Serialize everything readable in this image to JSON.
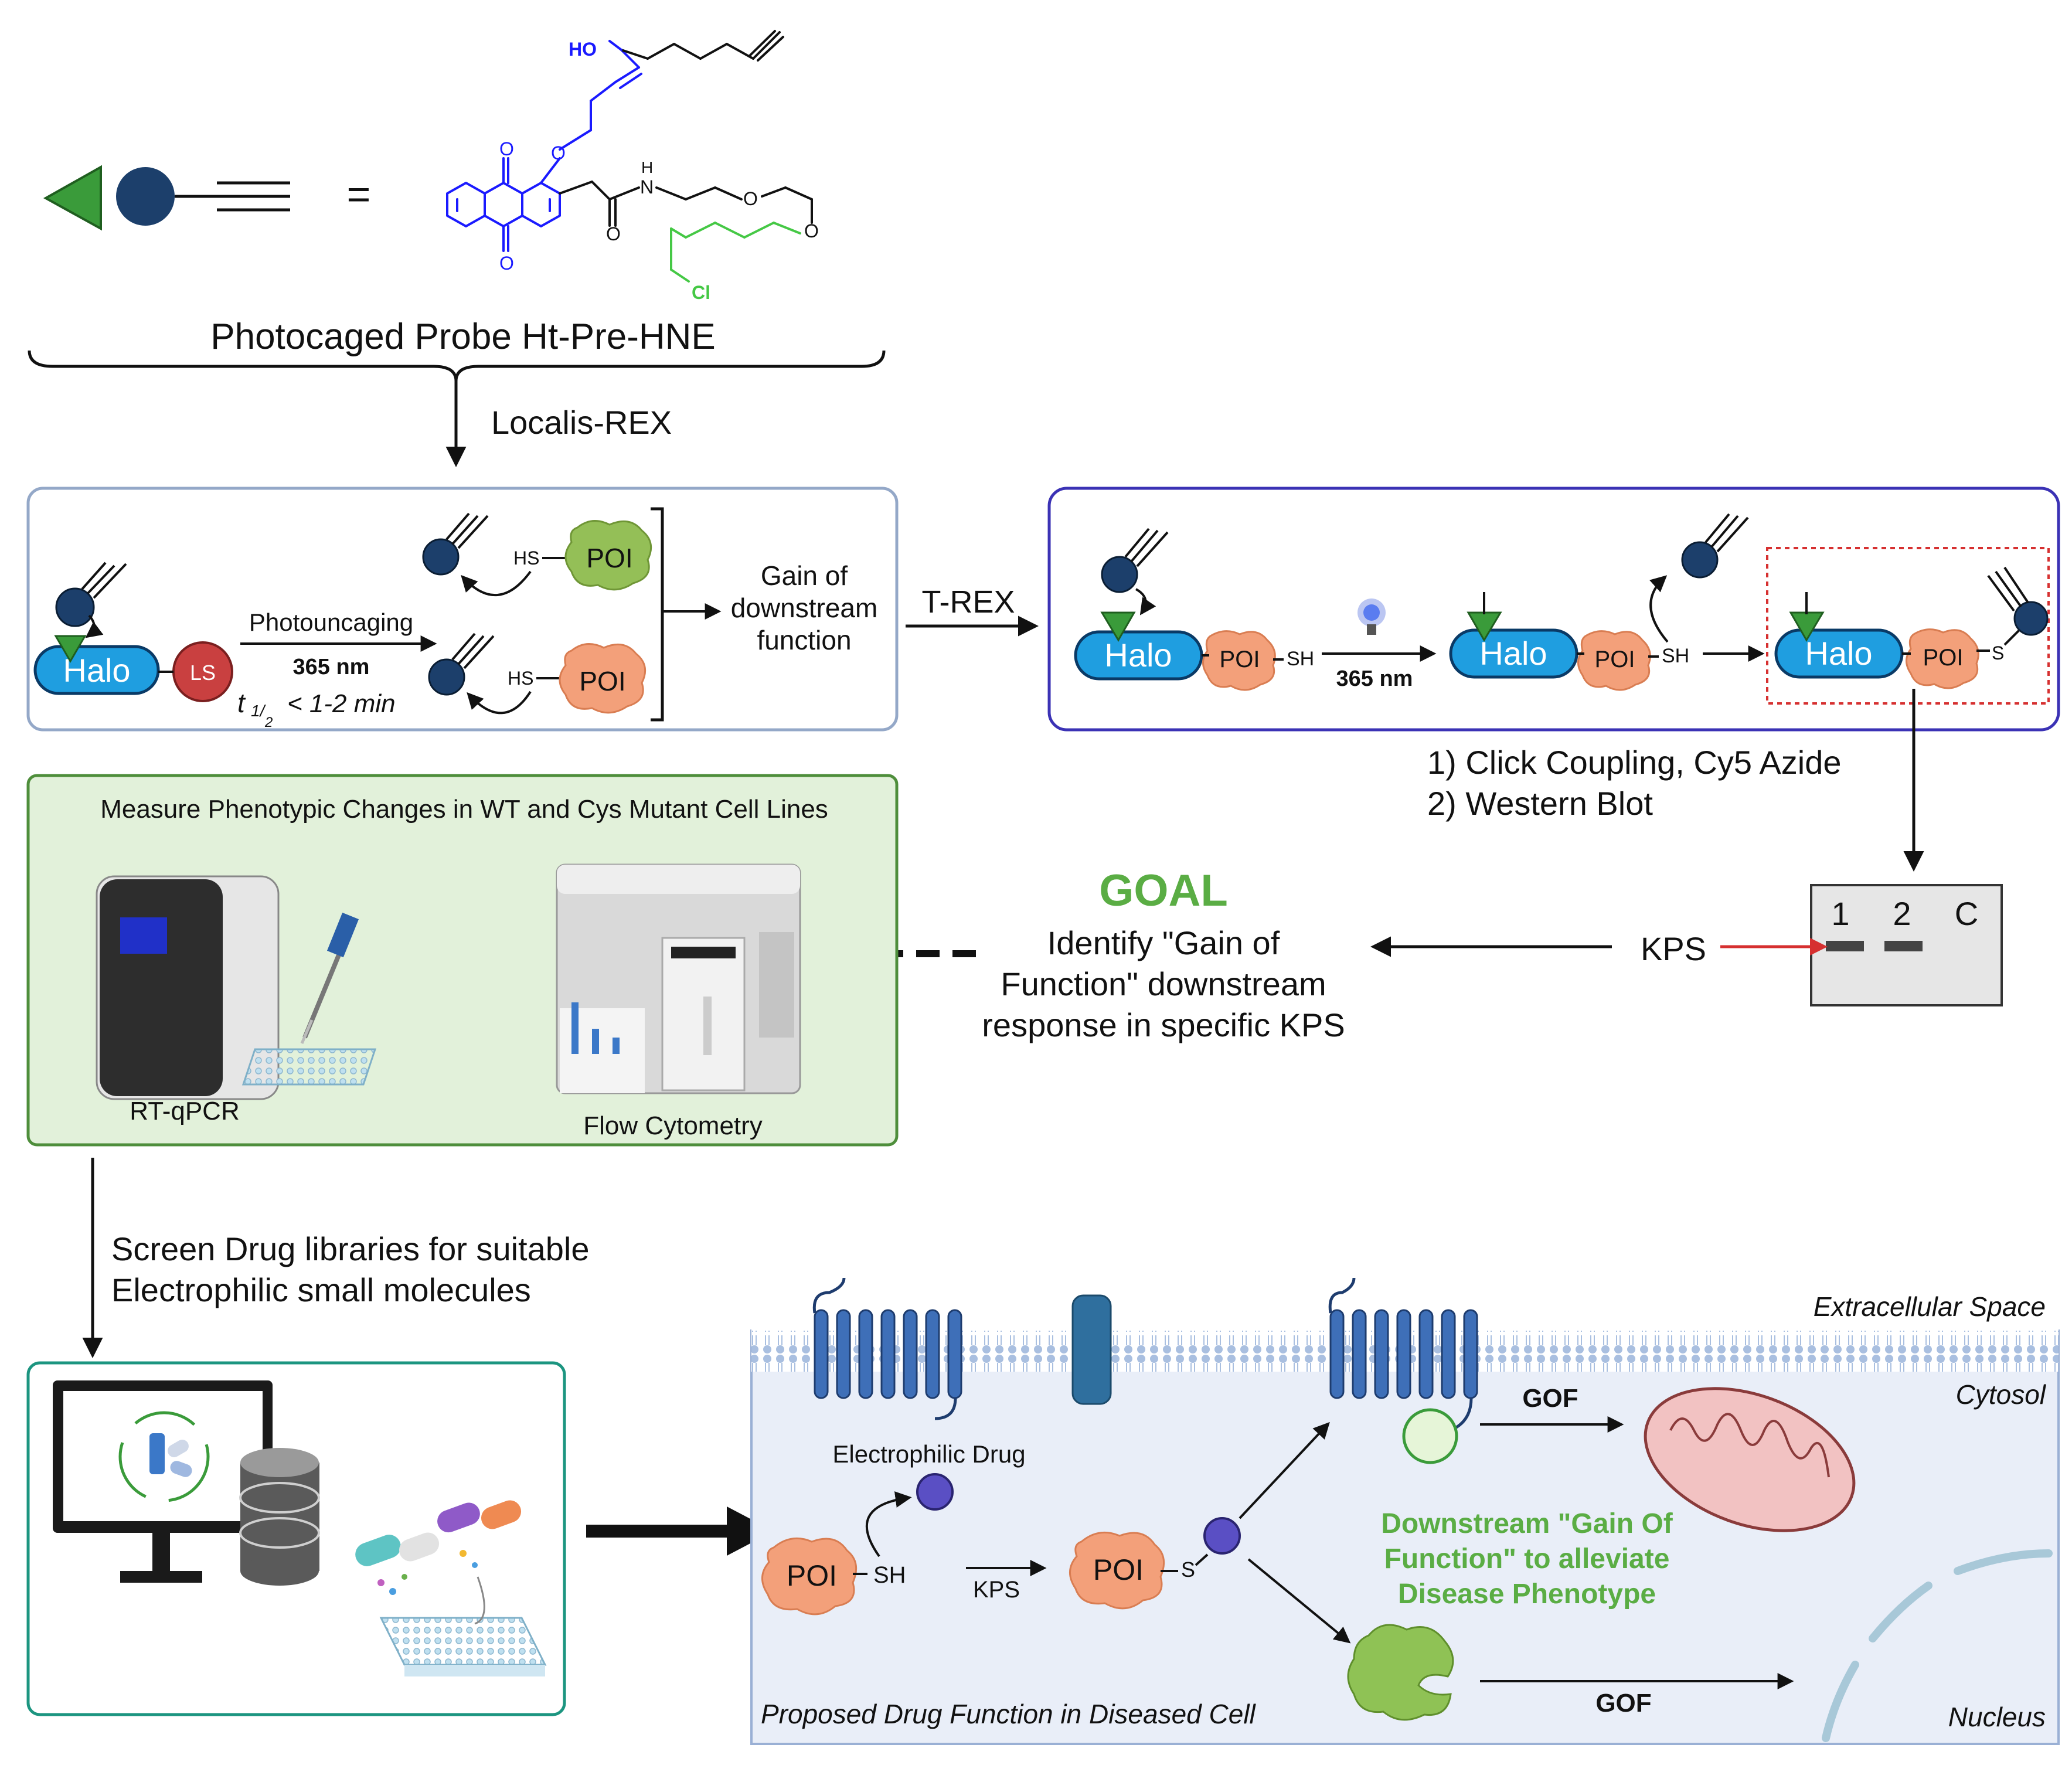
{
  "colors": {
    "halo_blue": "#1f9ee0",
    "navy": "#1c3f6b",
    "green_triangle": "#3a9b3a",
    "poi_orange": "#f3a07a",
    "poi_green": "#94bf57",
    "structure_blue": "#1a1aff",
    "chain_green": "#45c845",
    "goal_green": "#5aad44",
    "ls_red": "#c94040",
    "panel_green_bg": "#e2f1da",
    "panel_green_border": "#4e8e3b",
    "panel_blue_border": "#3b32b5",
    "panel_gray_border": "#94a8c8",
    "panel_teal_border": "#1c9580",
    "cell_bg": "#e9eef8",
    "red_dotted": "#d63030"
  },
  "probe": {
    "equals": "=",
    "title": "Photocaged Probe Ht-Pre-HNE",
    "labels": {
      "ho": "HO",
      "o_ether": "O",
      "o_top": "O",
      "o_bottom": "O",
      "nh_n": "N",
      "nh_h": "H",
      "o_amide": "O",
      "o_peg1": "O",
      "o_peg2": "O",
      "cl": "Cl"
    }
  },
  "localis_label": "Localis-REX",
  "localis_panel": {
    "halo": "Halo",
    "ls": "LS",
    "photouncaging": "Photouncaging",
    "wavelength": "365 nm",
    "half_life_t": "t",
    "half_life_sub": "1/",
    "half_life_sub2": "2",
    "half_life_rest": "< 1-2 min",
    "hs_top": "HS",
    "hs_bottom": "HS",
    "poi_top": "POI",
    "poi_bottom": "POI",
    "gain_line1": "Gain of",
    "gain_line2": "downstream",
    "gain_line3": "function"
  },
  "trex_label": "T-REX",
  "trex_panel": {
    "halo1": "Halo",
    "poi1": "POI",
    "sh1": "SH",
    "wavelength": "365 nm",
    "halo2": "Halo",
    "poi2": "POI",
    "sh2": "SH",
    "halo3": "Halo",
    "poi3": "POI",
    "s3": "S"
  },
  "click_steps": {
    "step1": "1) Click Coupling, Cy5 Azide",
    "step2": "2) Western Blot"
  },
  "gel": {
    "lane1": "1",
    "lane2": "2",
    "lane3": "C"
  },
  "kps_label": "KPS",
  "goal": {
    "title": "GOAL",
    "line1": "Identify \"Gain of",
    "line2": "Function\" downstream",
    "line3": "response in specific KPS"
  },
  "phenotype_panel": {
    "title": "Measure Phenotypic Changes in WT and Cys Mutant Cell Lines",
    "rtqpcr": "RT-qPCR",
    "flow": "Flow Cytometry"
  },
  "screen_label": {
    "line1": "Screen Drug libraries for suitable",
    "line2": "Electrophilic small molecules"
  },
  "cell": {
    "extracellular": "Extracellular Space",
    "cytosol": "Cytosol",
    "nucleus": "Nucleus",
    "caption": "Proposed Drug Function in Diseased Cell",
    "drug": "Electrophilic Drug",
    "poi1": "POI",
    "sh": "SH",
    "kps": "KPS",
    "poi2": "POI",
    "s": "S",
    "gof_top": "GOF",
    "gof_bottom": "GOF",
    "downstream_line1": "Downstream \"Gain Of",
    "downstream_line2": "Function\" to alleviate",
    "downstream_line3": "Disease Phenotype"
  }
}
